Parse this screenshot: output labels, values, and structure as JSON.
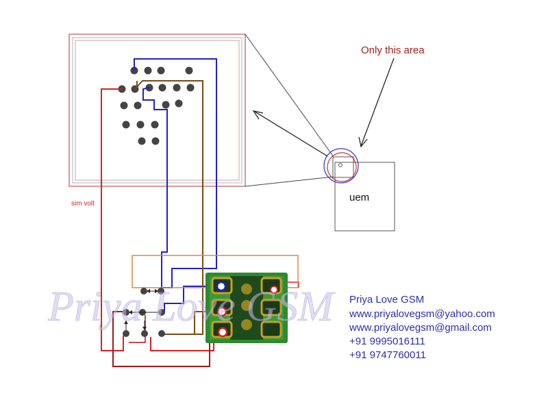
{
  "annotation": {
    "text": "Only this area",
    "color": "#a0201c"
  },
  "chip_label": "uem",
  "rail_label": "sim volt",
  "watermark": "Priya Love GSM",
  "contact": {
    "name": "Priya Love GSM",
    "lines": [
      "www.priyalovegsm@yahoo.com",
      "www.priyalovegsm@gmail.com",
      "+91 9995016111",
      "+91 9747760011"
    ],
    "color": "#2c2cb0"
  },
  "colors": {
    "blue_trace": "#2020c8",
    "red_trace": "#d42222",
    "brown_trace": "#7a4a12",
    "dark_red_trace": "#a01818",
    "orange_box": "#d9894a",
    "frame_outer": "#c87878",
    "frame_inner": "#b0b0c8",
    "sim_board": "#2f8a2f",
    "sim_pad": "#c8a020"
  }
}
